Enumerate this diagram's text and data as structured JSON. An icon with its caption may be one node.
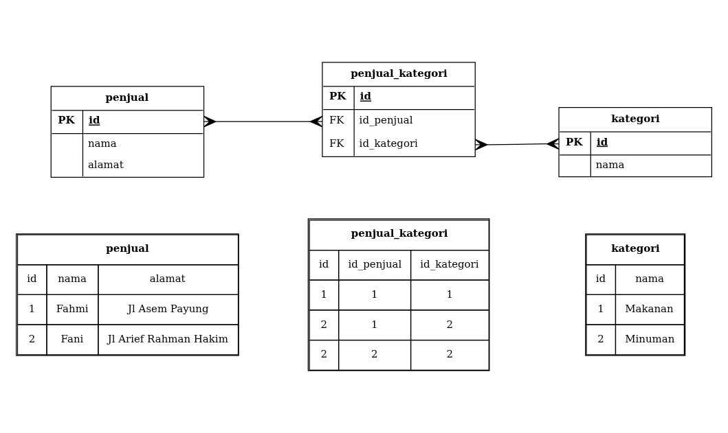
{
  "diagram": {
    "nodes": [
      {
        "text": [
          "penjual",
          "PK",
          "id",
          "nama",
          "alamat"
        ]
      },
      {
        "text": [
          "penjual_kategori",
          "PK",
          "id",
          "FK",
          "id_penjual",
          "FK",
          "id_kategori"
        ]
      },
      {
        "text": [
          "kategori",
          "PK",
          "id",
          "nama"
        ]
      },
      {
        "text": [
          "penjual",
          "id",
          "nama",
          "alamat",
          "1",
          "Fahmi",
          "Jl Asem Payung",
          "2",
          "Fani",
          "Jl Arief Rahman Hakim"
        ]
      },
      {
        "text": [
          "penjual_kategori",
          "id",
          "id_penjual",
          "id_kategori",
          "1",
          "1",
          "1",
          "2",
          "1",
          "2",
          "2",
          "2",
          "2"
        ]
      },
      {
        "text": [
          "kategori",
          "id",
          "nama",
          "1",
          "Makanan",
          "2",
          "Minuman"
        ]
      }
    ],
    "edges": [
      {
        "from": 0,
        "to": 1,
        "arrow": "other"
      },
      {
        "from": 1,
        "to": 2,
        "arrow": "other"
      }
    ]
  }
}
